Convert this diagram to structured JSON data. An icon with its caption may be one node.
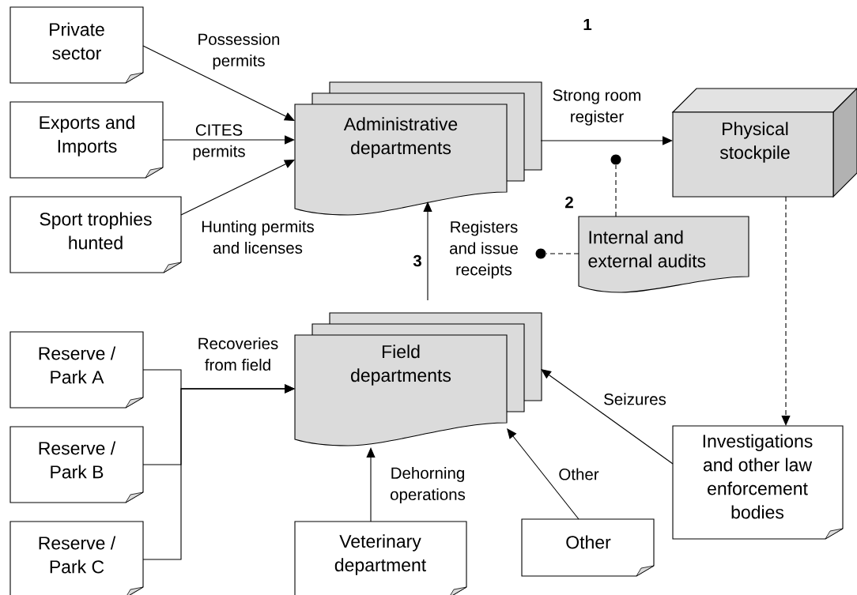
{
  "diagram": {
    "nodes": [
      {
        "text": [
          "Private sector"
        ]
      },
      {
        "text": [
          "Exports and Imports"
        ]
      },
      {
        "text": [
          "Sport trophies hunted"
        ]
      },
      {
        "text": [
          "Administrative departments"
        ]
      },
      {
        "text": [
          "Physical stockpile"
        ]
      },
      {
        "text": [
          "Internal and external audits"
        ]
      },
      {
        "text": [
          "Field departments"
        ]
      },
      {
        "text": [
          "Reserve / Park A"
        ]
      },
      {
        "text": [
          "Reserve / Park B"
        ]
      },
      {
        "text": [
          "Reserve / Park C"
        ]
      },
      {
        "text": [
          "Veterinary department"
        ]
      },
      {
        "text": [
          "Other"
        ]
      },
      {
        "text": [
          "Investigations and other law enforcement bodies"
        ]
      },
      {
        "text": [],
        "shape": "circle"
      },
      {
        "text": [],
        "shape": "circle"
      }
    ],
    "edges": [
      {
        "from": 0,
        "to": 3,
        "arrow": "to",
        "label": "Possession permits"
      },
      {
        "from": 1,
        "to": 3,
        "arrow": "to",
        "label": "CITES permits"
      },
      {
        "from": 2,
        "to": 3,
        "arrow": "to",
        "label": "Hunting permits and licenses"
      },
      {
        "from": 3,
        "to": 4,
        "arrow": "to",
        "label": "Strong room register"
      },
      {
        "from": 5,
        "to": 13,
        "arrow": "none",
        "style": "dashed"
      },
      {
        "from": 5,
        "to": 14,
        "arrow": "none",
        "style": "dashed"
      },
      {
        "from": 6,
        "to": 3,
        "arrow": "to",
        "label": "Registers and issue receipts"
      },
      {
        "from": 7,
        "to": 6,
        "arrow": "to",
        "label": "Recoveries from field"
      },
      {
        "from": 8,
        "to": 6,
        "arrow": "to"
      },
      {
        "from": 9,
        "to": 6,
        "arrow": "to"
      },
      {
        "from": 10,
        "to": 6,
        "arrow": "to",
        "label": "Dehorning operations"
      },
      {
        "from": 11,
        "to": 6,
        "arrow": "to",
        "label": "Other"
      },
      {
        "from": 12,
        "to": 6,
        "arrow": "to",
        "label": "Seizures"
      },
      {
        "from": 4,
        "to": 12,
        "arrow": "to",
        "style": "dashed"
      }
    ],
    "labels": [
      "1",
      "2",
      "3"
    ]
  }
}
